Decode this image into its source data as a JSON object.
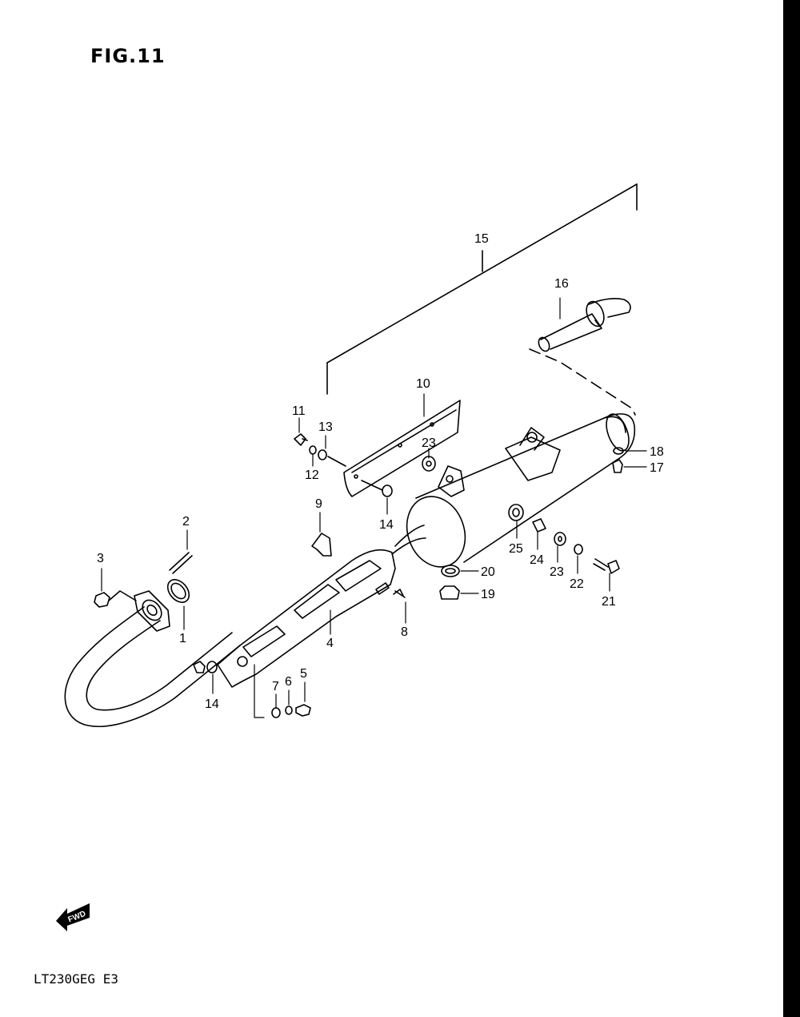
{
  "figure": {
    "title": "FIG.11",
    "model_code": "LT230GEG E3"
  },
  "fwd_label": "FWD",
  "callouts": [
    {
      "id": "c1",
      "text": "1"
    },
    {
      "id": "c2",
      "text": "2"
    },
    {
      "id": "c3",
      "text": "3"
    },
    {
      "id": "c4",
      "text": "4"
    },
    {
      "id": "c5",
      "text": "5"
    },
    {
      "id": "c6",
      "text": "6"
    },
    {
      "id": "c7",
      "text": "7"
    },
    {
      "id": "c8",
      "text": "8"
    },
    {
      "id": "c9",
      "text": "9"
    },
    {
      "id": "c10",
      "text": "10"
    },
    {
      "id": "c11",
      "text": "11"
    },
    {
      "id": "c12",
      "text": "12"
    },
    {
      "id": "c13",
      "text": "13"
    },
    {
      "id": "c14a",
      "text": "14"
    },
    {
      "id": "c14b",
      "text": "14"
    },
    {
      "id": "c15",
      "text": "15"
    },
    {
      "id": "c16",
      "text": "16"
    },
    {
      "id": "c17",
      "text": "17"
    },
    {
      "id": "c18",
      "text": "18"
    },
    {
      "id": "c19",
      "text": "19"
    },
    {
      "id": "c20",
      "text": "20"
    },
    {
      "id": "c21",
      "text": "21"
    },
    {
      "id": "c22",
      "text": "22"
    },
    {
      "id": "c23a",
      "text": "23"
    },
    {
      "id": "c23b",
      "text": "23"
    },
    {
      "id": "c24",
      "text": "24"
    },
    {
      "id": "c25",
      "text": "25"
    }
  ]
}
